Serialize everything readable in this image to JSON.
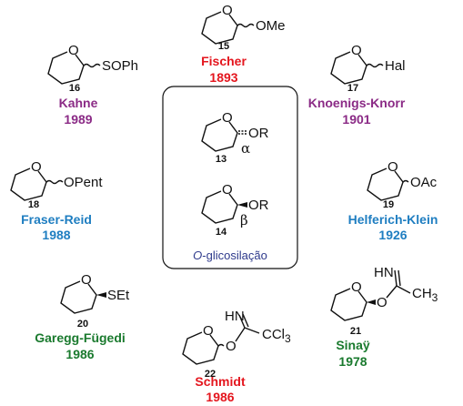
{
  "colors": {
    "red": "#e4161e",
    "purple": "#8b2b86",
    "blue": "#1f7ec1",
    "green": "#1a7a2e",
    "navy": "#2e3a8c"
  },
  "structures": {
    "s15": {
      "substituent": "OMe",
      "number": "15",
      "author": "Fischer",
      "year": "1893"
    },
    "s16": {
      "substituent": "SOPh",
      "number": "16",
      "author": "Kahne",
      "year": "1989"
    },
    "s17": {
      "substituent": "Hal",
      "number": "17",
      "author": "Knoenigs-Knorr",
      "year": "1901"
    },
    "s18": {
      "substituent": "OPent",
      "number": "18",
      "author": "Fraser-Reid",
      "year": "1988"
    },
    "s19": {
      "substituent": "OAc",
      "number": "19",
      "author": "Helferich-Klein",
      "year": "1926"
    },
    "s20": {
      "substituent": "SEt",
      "number": "20",
      "author": "Garegg-Fügedi",
      "year": "1986"
    },
    "s21": {
      "n_label": "HN",
      "o_label": "O",
      "ch3": "CH",
      "ch3_sub": "3",
      "number": "21",
      "author": "Sinaÿ",
      "year": "1978"
    },
    "s22": {
      "n_label": "HN",
      "o_label": "O",
      "ccl": "CCl",
      "ccl_sub": "3",
      "number": "22",
      "author": "Schmidt",
      "year": "1986"
    },
    "s13": {
      "substituent": "OR",
      "greek": "α",
      "number": "13"
    },
    "s14": {
      "substituent": "OR",
      "greek": "β",
      "number": "14"
    }
  },
  "box_caption": {
    "italic": "O",
    "rest": "-glicosilação"
  },
  "ring_o": "O"
}
